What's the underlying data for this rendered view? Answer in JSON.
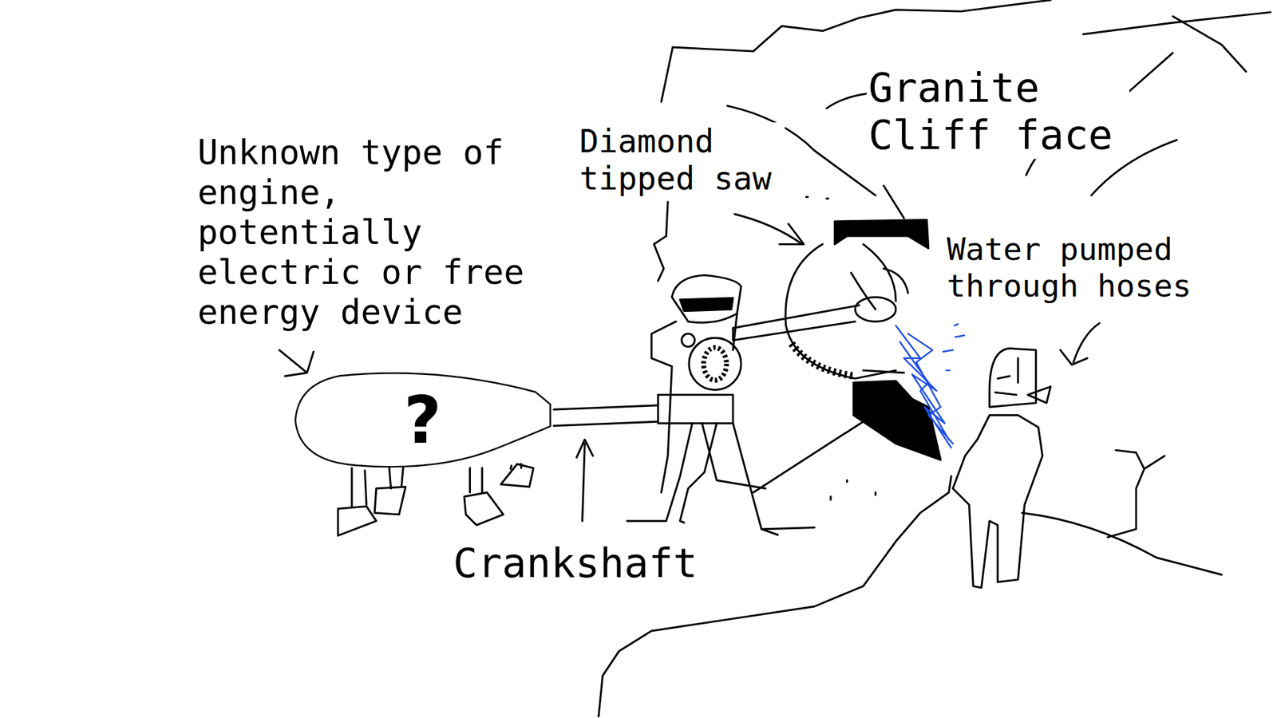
{
  "diagram": {
    "nodes": [
      {
        "text": [
          "?"
        ]
      }
    ],
    "labels": [
      "Unknown type of engine, potentially electric or free energy device",
      "Diamond tipped saw",
      "Granite Cliff face",
      "Water pumped through hoses",
      "Crankshaft"
    ]
  }
}
